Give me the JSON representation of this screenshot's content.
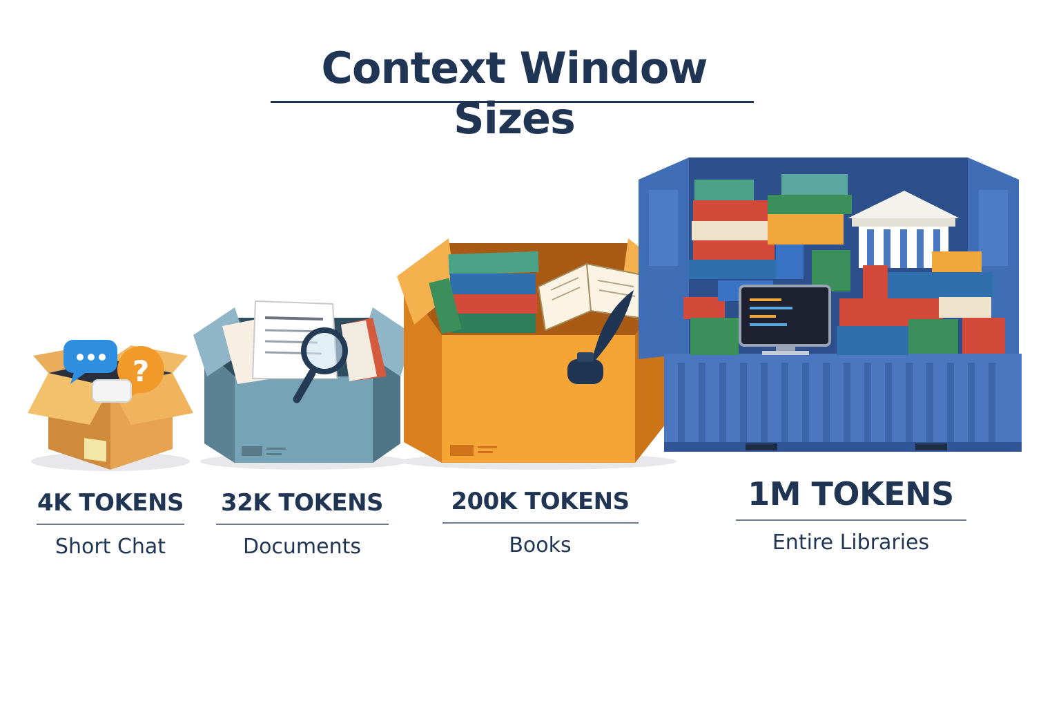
{
  "title": "Context Window Sizes",
  "tiers": [
    {
      "name": "4K TOKENS",
      "desc": "Short Chat",
      "icon": "small-cardboard-box-with-chat-bubbles"
    },
    {
      "name": "32K TOKENS",
      "desc": "Documents",
      "icon": "box-with-papers-and-magnifier"
    },
    {
      "name": "200K TOKENS",
      "desc": "Books",
      "icon": "large-box-with-books-and-quill"
    },
    {
      "name": "1M TOKENS",
      "desc": "Entire Libraries",
      "icon": "shipping-container-with-books-and-library"
    }
  ],
  "colors": {
    "text": "#1f3553",
    "cardboard": "#e0a24a",
    "slate_box": "#6d95a8",
    "orange_box": "#f2a534",
    "container": "#4a77bf"
  }
}
